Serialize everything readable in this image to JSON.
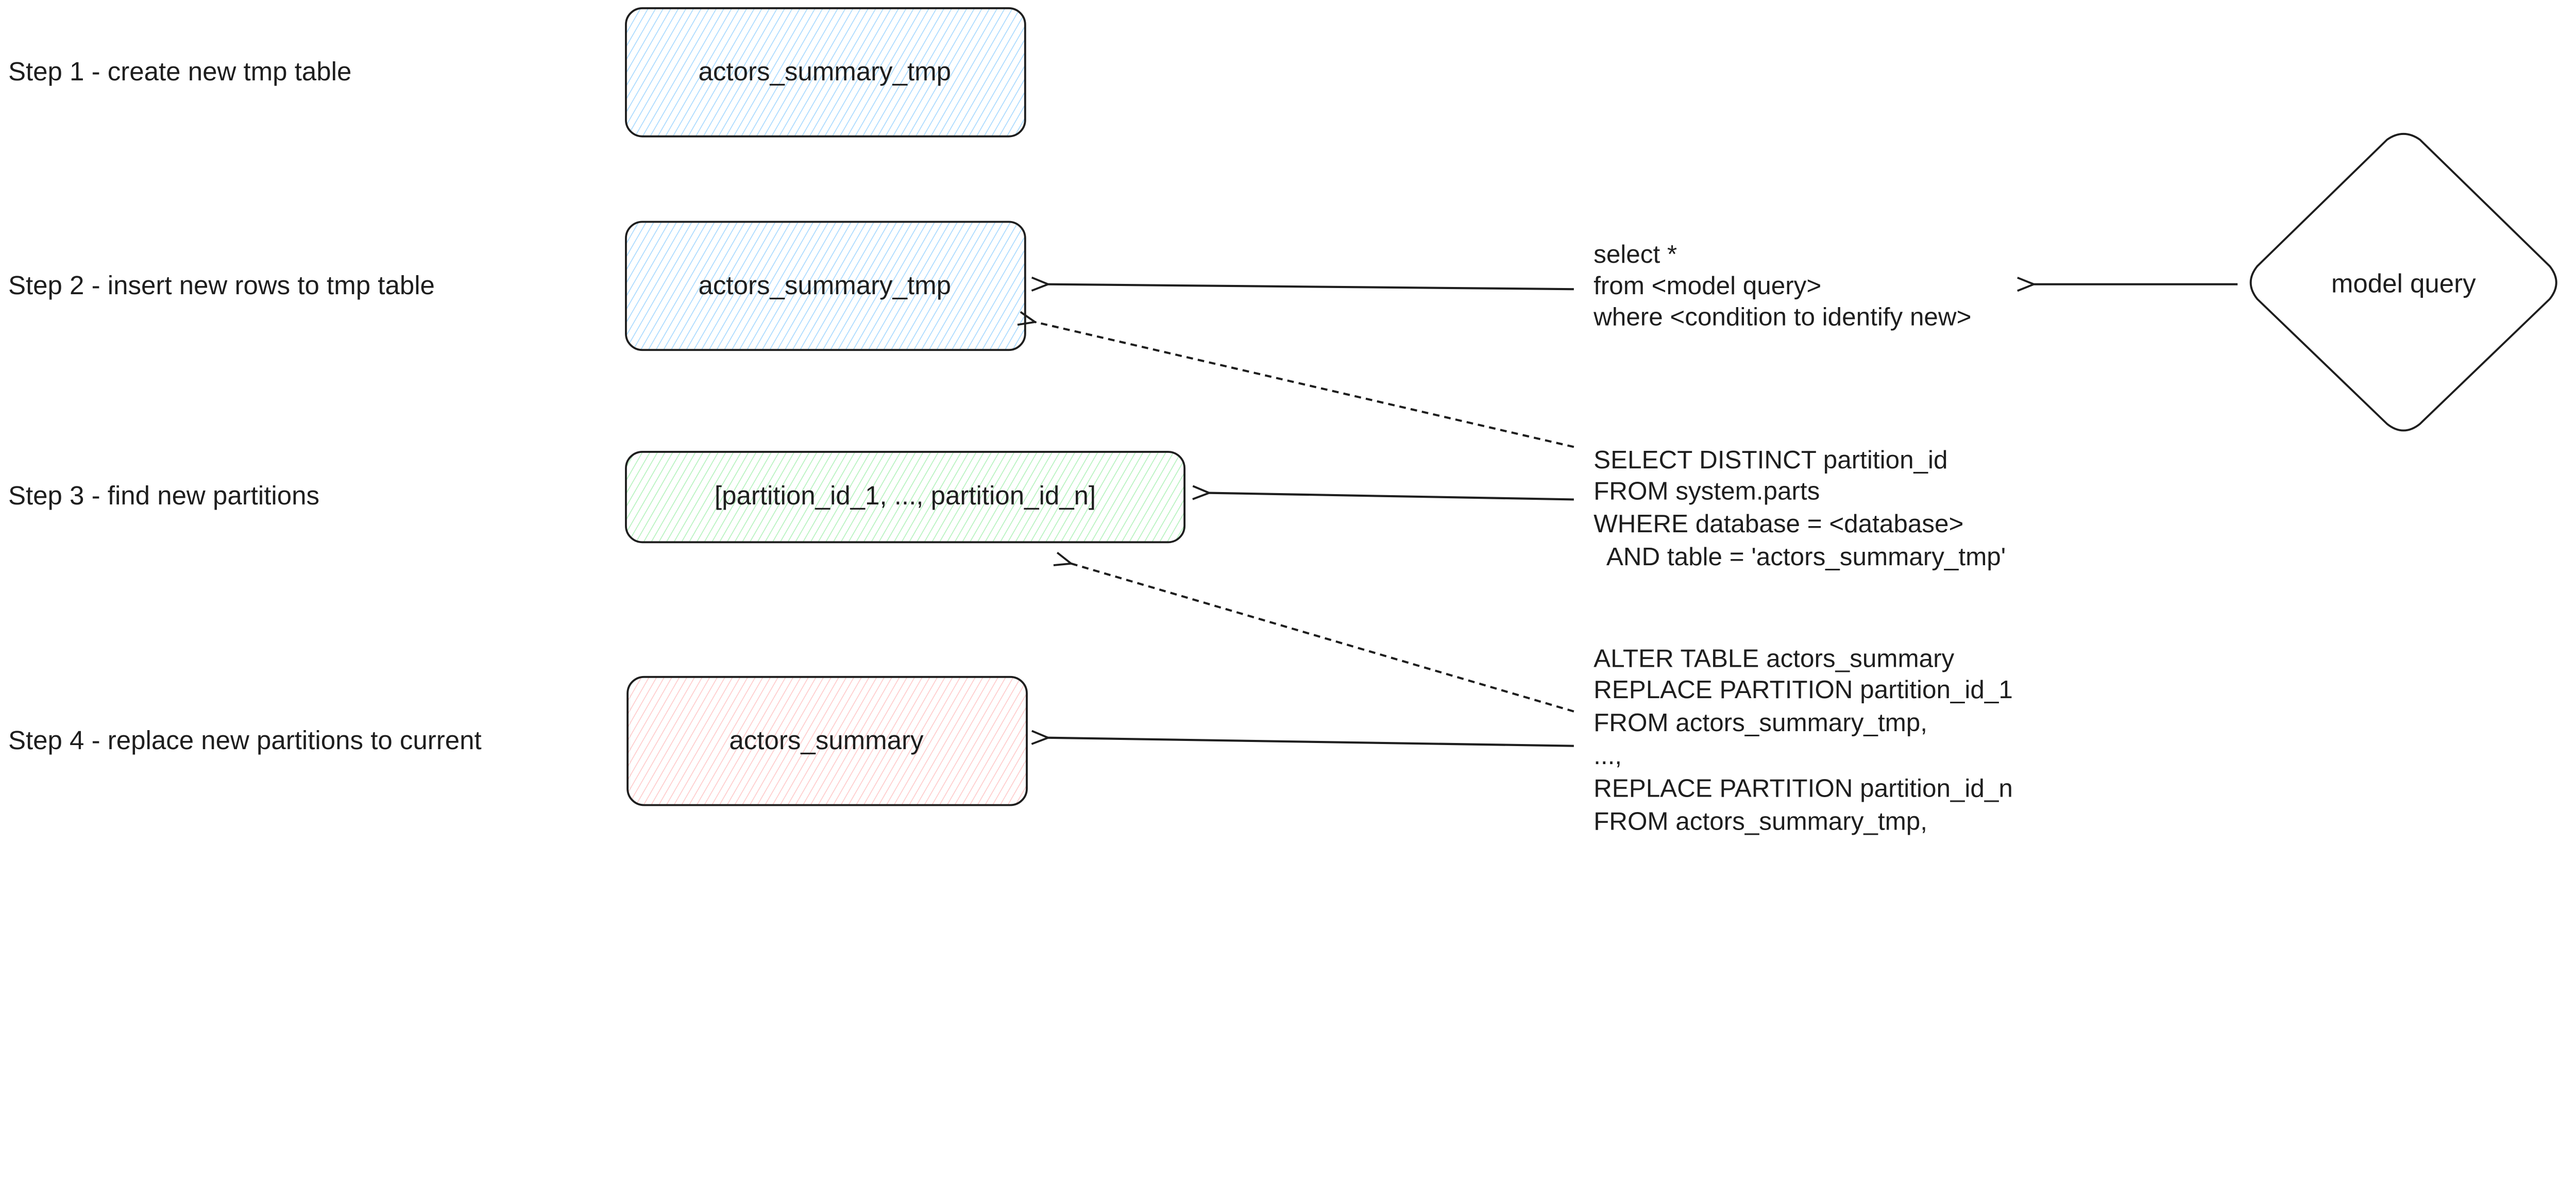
{
  "steps": [
    {
      "label": "Step 1 - create new tmp table"
    },
    {
      "label": "Step 2 - insert new rows to tmp table"
    },
    {
      "label": "Step 3 - find new partitions"
    },
    {
      "label": "Step 4 - replace new partitions to current"
    }
  ],
  "boxes": [
    {
      "label": "actors_summary_tmp",
      "color": "#a5d8ff"
    },
    {
      "label": "actors_summary_tmp",
      "color": "#a5d8ff"
    },
    {
      "label": "[partition_id_1, ..., partition_id_n]",
      "color": "#b2f2bb"
    },
    {
      "label": "actors_summary",
      "color": "#ffc9c9"
    }
  ],
  "model_query": {
    "label": "model query"
  },
  "queries": {
    "insert": [
      "select *",
      "from <model query>",
      "where <condition to identify new>"
    ],
    "partitions": [
      "SELECT DISTINCT partition_id",
      "FROM system.parts",
      "WHERE database = <database>",
      "  AND table = 'actors_summary_tmp'"
    ],
    "replace": [
      "ALTER TABLE actors_summary",
      "REPLACE PARTITION partition_id_1",
      "FROM actors_summary_tmp,",
      "...,",
      "REPLACE PARTITION partition_id_n",
      "FROM actors_summary_tmp,"
    ]
  }
}
